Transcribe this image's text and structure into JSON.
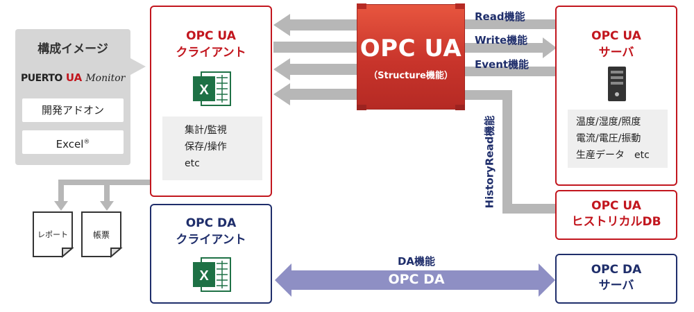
{
  "composition": {
    "title": "構成イメージ",
    "logo_text": "PUERTO",
    "logo_ua": "UA",
    "logo_monitor": "Monitor",
    "item_addon": "開発アドオン",
    "item_excel": "Excel",
    "item_excel_mark": "®"
  },
  "ua_client": {
    "title_line1": "OPC UA",
    "title_line2": "クライアント",
    "functions": [
      "集計/監視",
      "保存/操作",
      "etc"
    ]
  },
  "da_client": {
    "title_line1": "OPC DA",
    "title_line2": "クライアント"
  },
  "center": {
    "title": "OPC UA",
    "subtitle": "（Structure機能）"
  },
  "arrows": {
    "read": "Read機能",
    "write": "Write機能",
    "event": "Event機能",
    "history_read": "HistoryRead機能",
    "da_label": "DA機能",
    "da_bar": "OPC DA"
  },
  "ua_server": {
    "title_line1": "OPC UA",
    "title_line2": "サーバ",
    "data": [
      "温度/湿度/照度",
      "電流/電圧/振動",
      "生産データ　etc"
    ]
  },
  "ua_historydb": {
    "title_line1": "OPC UA",
    "title_line2": "ヒストリカルDB"
  },
  "da_server": {
    "title_line1": "OPC DA",
    "title_line2": "サーバ"
  },
  "outputs": {
    "report": "レポート",
    "ledger": "帳票"
  },
  "colors": {
    "red": "#c2161e",
    "navy": "#1f2e6b",
    "grey_arrow": "#b7b7b7",
    "da_arrow": "#8e8fc4",
    "excel_green": "#1e7145"
  }
}
